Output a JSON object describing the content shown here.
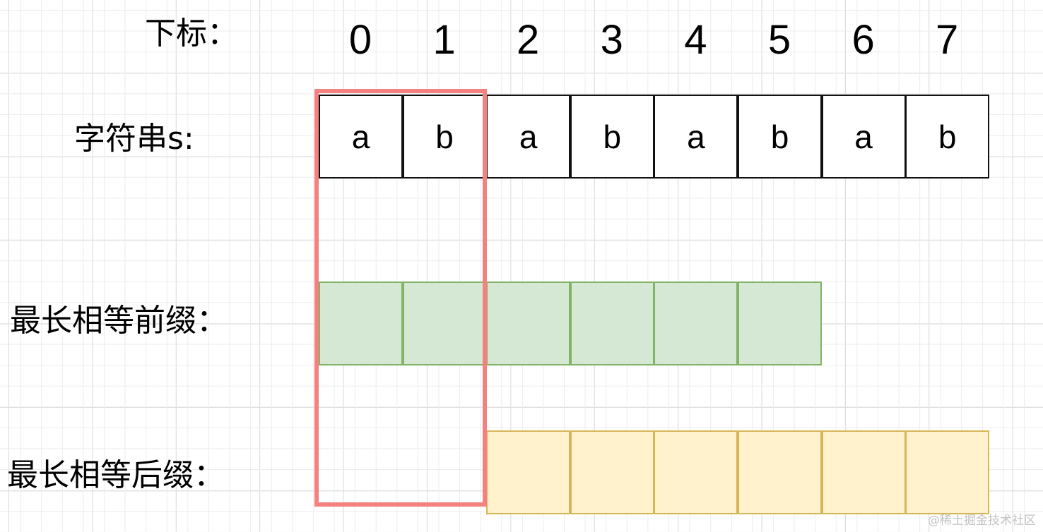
{
  "labels": {
    "index_label": "下标：",
    "string_label": "字符串s:",
    "prefix_label": "最长相等前缀：",
    "suffix_label": "最长相等后缀："
  },
  "indices": [
    "0",
    "1",
    "2",
    "3",
    "4",
    "5",
    "6",
    "7"
  ],
  "string_chars": [
    "a",
    "b",
    "a",
    "b",
    "a",
    "b",
    "a",
    "b"
  ],
  "prefix_cells": [
    "",
    "",
    "",
    "",
    "",
    ""
  ],
  "suffix_cells": [
    "",
    "",
    "",
    "",
    "",
    ""
  ],
  "colors": {
    "char_cell_border": "#111111",
    "prefix_fill": "#d5e8d4",
    "prefix_border": "#82b366",
    "suffix_fill": "#fff2cc",
    "suffix_border": "#d6b656",
    "highlight_border": "#f58080"
  },
  "watermark": "@稀土掘金技术社区"
}
